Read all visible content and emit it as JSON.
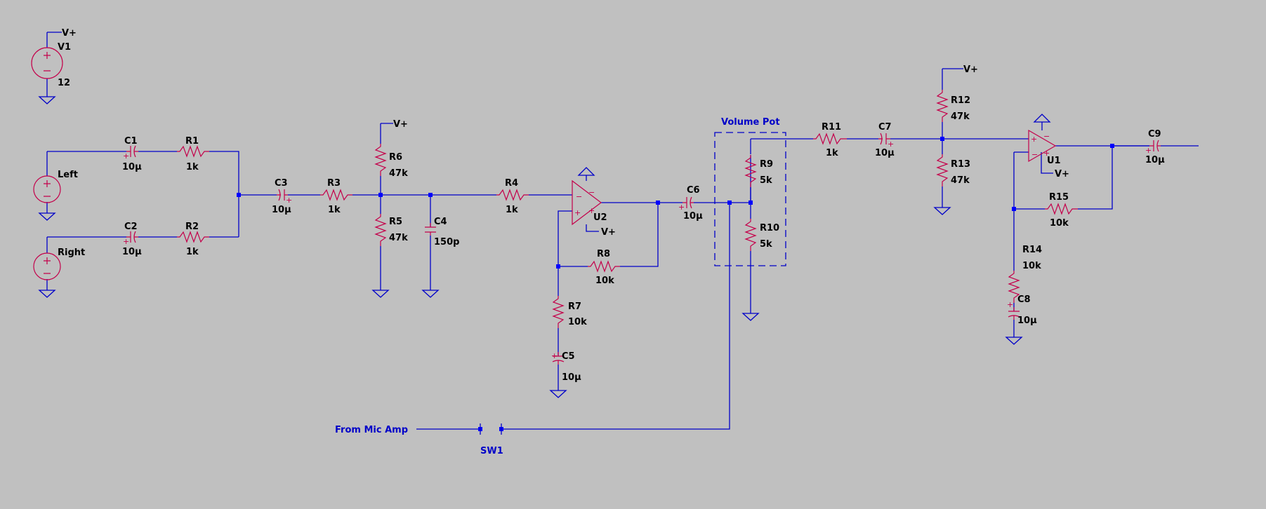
{
  "labels": {
    "vplus": "V+",
    "v1": "V1",
    "v1_val": "12",
    "left": "Left",
    "right": "Right",
    "c1": "C1",
    "c1_val": "10µ",
    "r1": "R1",
    "r1_val": "1k",
    "c2": "C2",
    "c2_val": "10µ",
    "r2": "R2",
    "r2_val": "1k",
    "c3": "C3",
    "c3_val": "10µ",
    "r3": "R3",
    "r3_val": "1k",
    "r6": "R6",
    "r6_val": "47k",
    "r5": "R5",
    "r5_val": "47k",
    "c4": "C4",
    "c4_val": "150p",
    "r4": "R4",
    "r4_val": "1k",
    "u2": "U2",
    "r8": "R8",
    "r8_val": "10k",
    "r7": "R7",
    "r7_val": "10k",
    "c5": "C5",
    "c5_val": "10µ",
    "c6": "C6",
    "c6_val": "10µ",
    "volume_pot": "Volume Pot",
    "r9": "R9",
    "r9_val": "5k",
    "r10": "R10",
    "r10_val": "5k",
    "r11": "R11",
    "r11_val": "1k",
    "c7": "C7",
    "c7_val": "10µ",
    "r12": "R12",
    "r12_val": "47k",
    "r13": "R13",
    "r13_val": "47k",
    "u1": "U1",
    "r15": "R15",
    "r15_val": "10k",
    "r14": "R14",
    "r14_val": "10k",
    "c8": "C8",
    "c8_val": "10µ",
    "c9": "C9",
    "c9_val": "10µ",
    "from_mic": "From Mic Amp",
    "sw1": "SW1"
  },
  "colors": {
    "background": "#c0c0c0",
    "wire": "#0000c8",
    "component": "#c4004a",
    "label": "#000000"
  }
}
